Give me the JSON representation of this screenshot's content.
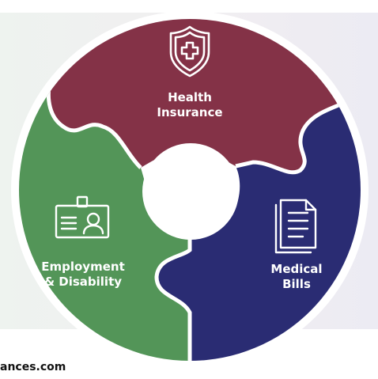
{
  "segments": [
    {
      "name": "health",
      "label_line1": "Health",
      "label_line2": "Insurance",
      "color": "#843247",
      "icon": "shield-cross-icon"
    },
    {
      "name": "employment",
      "label_line1": "Employment",
      "label_line2": "& Disability",
      "color": "#539558",
      "icon": "id-badge-icon"
    },
    {
      "name": "medical",
      "label_line1": "Medical",
      "label_line2": "Bills",
      "color": "#2a2c73",
      "icon": "document-icon"
    }
  ],
  "footer": {
    "text": "ances.com"
  }
}
